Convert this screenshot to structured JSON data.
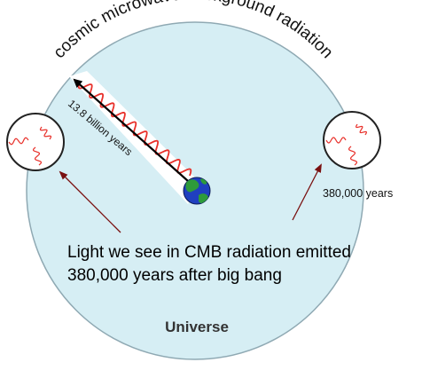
{
  "diagram": {
    "arc_label": "cosmic microwave background radiation",
    "distance_label": "13.8 billion years",
    "age_label": "380,000 years",
    "caption_line1": "Light we see in CMB radiation emitted",
    "caption_line2": "380,000 years after big bang",
    "region_label": "Universe"
  },
  "colors": {
    "universe_fill": "#d6eef4",
    "universe_stroke": "#8fa9b3",
    "wave": "#e8302a",
    "arrow": "#000000",
    "pointer": "#7a1010",
    "earth_ocean": "#1f3fbf",
    "earth_land": "#2e9b3a"
  },
  "icons": [
    "earth-icon"
  ]
}
